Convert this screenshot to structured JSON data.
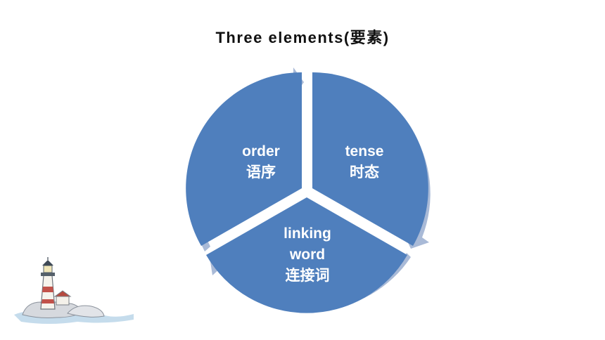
{
  "slide": {
    "title": "Three elements(要素)"
  },
  "diagram": {
    "segments": [
      {
        "en": "order",
        "zh": "语序"
      },
      {
        "en": "tense",
        "zh": "时态"
      },
      {
        "en": "linking",
        "en2": "word",
        "zh": "连接词"
      }
    ]
  },
  "colors": {
    "segment_fill": "#4f7fbd",
    "ring_fill": "#a9bad7",
    "label_text": "#ffffff",
    "title_text": "#111111"
  },
  "decoration": {
    "illustration": "lighthouse-on-rocks"
  }
}
